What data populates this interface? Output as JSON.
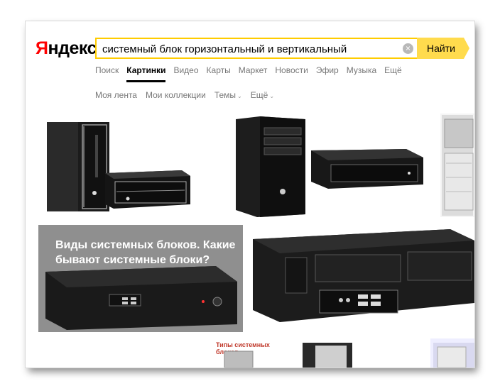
{
  "header": {
    "logo_first": "Я",
    "logo_rest": "ндекс",
    "search_value": "системный блок горизонтальный и вертикальный",
    "clear_icon": "×",
    "search_button": "Найти"
  },
  "nav": {
    "tabs": [
      {
        "label": "Поиск"
      },
      {
        "label": "Картинки",
        "active": true
      },
      {
        "label": "Видео"
      },
      {
        "label": "Карты"
      },
      {
        "label": "Маркет"
      },
      {
        "label": "Новости"
      },
      {
        "label": "Эфир"
      },
      {
        "label": "Музыка"
      },
      {
        "label": "Ещё"
      }
    ]
  },
  "subnav": {
    "items": [
      {
        "label": "Моя лента"
      },
      {
        "label": "Мои коллекции"
      },
      {
        "label": "Темы"
      },
      {
        "label": "Ещё"
      }
    ],
    "caret_icon": "⌄"
  },
  "results": {
    "card_title": "Виды системных блоков. Какие бывают системные блоки?",
    "card_subtitle": "Типы системных блоков"
  }
}
